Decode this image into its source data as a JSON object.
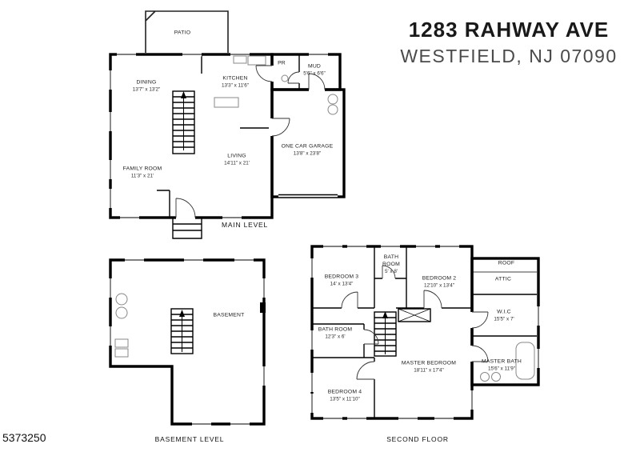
{
  "header": {
    "address_line1": "1283 RAHWAY AVE",
    "address_line2": "WESTFIELD, NJ 07090"
  },
  "listing_id": "5373250",
  "main_level": {
    "label": "MAIN LEVEL",
    "rooms": {
      "patio": {
        "name": "PATIO"
      },
      "dining": {
        "name": "DINING",
        "dims": "13'7\" x 13'2\""
      },
      "kitchen": {
        "name": "KITCHEN",
        "dims": "13'3\" x 11'6\""
      },
      "pr": {
        "name": "PR"
      },
      "mud": {
        "name": "MUD",
        "dims": "5'6\" x 6'6\""
      },
      "living": {
        "name": "LIVING",
        "dims": "14'11\" x 21'"
      },
      "family_room": {
        "name": "FAMILY ROOM",
        "dims": "11'3\" x 21'"
      },
      "garage": {
        "name": "ONE CAR GARAGE",
        "dims": "13'8\" x 23'8\""
      }
    }
  },
  "basement_level": {
    "label": "BASEMENT LEVEL",
    "rooms": {
      "basement": {
        "name": "BASEMENT"
      }
    }
  },
  "second_floor": {
    "label": "SECOND FLOOR",
    "rooms": {
      "bedroom3": {
        "name": "BEDROOM 3",
        "dims": "14' x 13'4\""
      },
      "bath_top": {
        "name": "BATH ROOM",
        "dims": "5' x 8'"
      },
      "bedroom2": {
        "name": "BEDROOM 2",
        "dims": "12'10\" x 13'4\""
      },
      "roof": {
        "name": "ROOF"
      },
      "attic": {
        "name": "ATTIC"
      },
      "wic": {
        "name": "W.I.C",
        "dims": "15'5\" x 7'"
      },
      "bath_mid": {
        "name": "BATH ROOM",
        "dims": "12'3\" x 6'"
      },
      "master_bedroom": {
        "name": "MASTER BEDROOM",
        "dims": "18'11\" x 17'4\""
      },
      "master_bath": {
        "name": "MASTER BATH",
        "dims": "15'6\" x 11'9\""
      },
      "bedroom4": {
        "name": "BEDROOM 4",
        "dims": "13'5\" x 11'10\""
      }
    }
  }
}
